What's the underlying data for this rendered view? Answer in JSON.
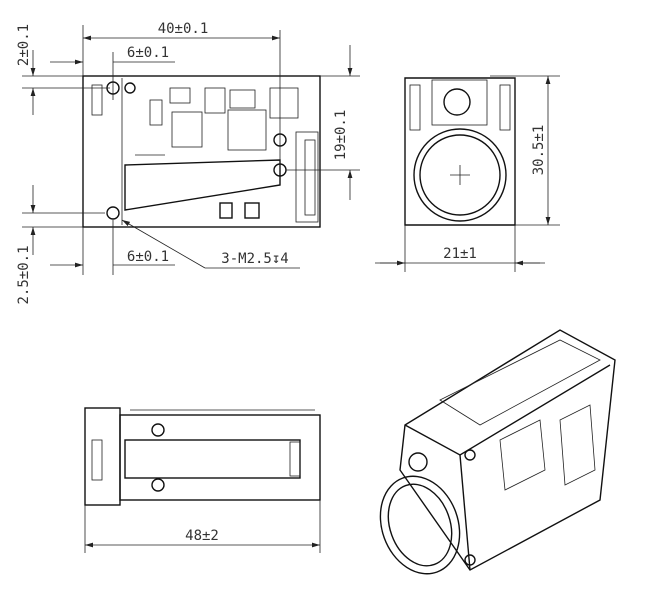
{
  "drawing": {
    "front_view": {
      "width_dim": "40±0.1",
      "top_hole_offset": "6±0.1",
      "top_edge_offset": "2±0.1",
      "hole_spacing": "19±0.1",
      "bottom_hole_offset": "6±0.1",
      "thread_callout": "3-M2.5↧4",
      "bottom_edge_offset": "2.5±0.1"
    },
    "side_view": {
      "height_dim": "30.5±1",
      "width_dim": "21±1"
    },
    "top_view": {
      "length_dim": "48±2"
    }
  }
}
